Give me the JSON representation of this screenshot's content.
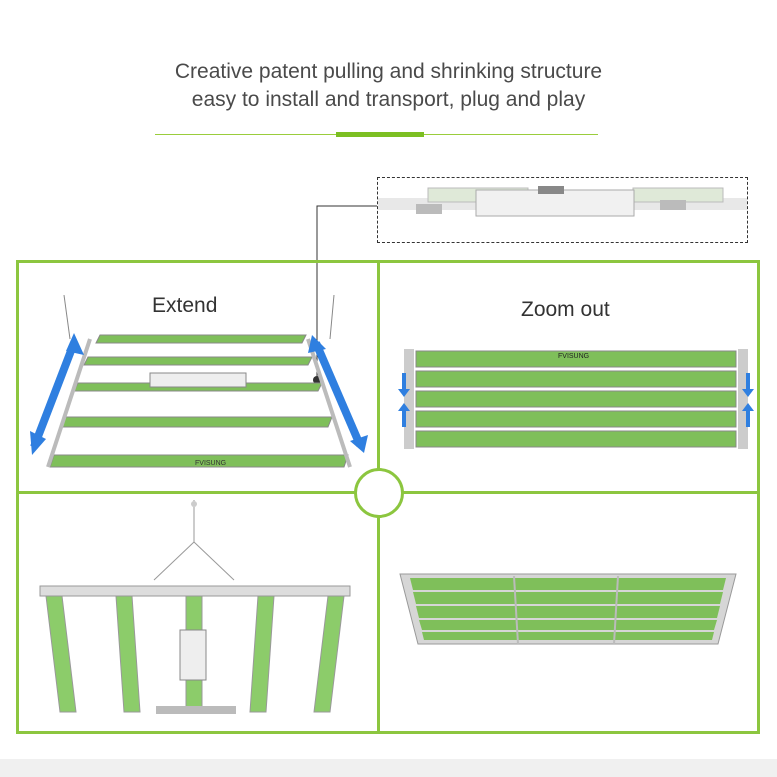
{
  "headline": {
    "line1": "Creative patent pulling and shrinking structure",
    "line2": "easy to install and transport, plug and play"
  },
  "panels": {
    "extend_label": "Extend",
    "zoom_out_label": "Zoom out"
  },
  "brand": "FVISUNG",
  "colors": {
    "accent_green": "#8cc63f",
    "led_green": "#5fb446",
    "arrow_blue": "#2f7fe0",
    "frame_silver": "#c8c8c8"
  },
  "icons": [
    "double-arrow-icon",
    "connector-icon"
  ]
}
